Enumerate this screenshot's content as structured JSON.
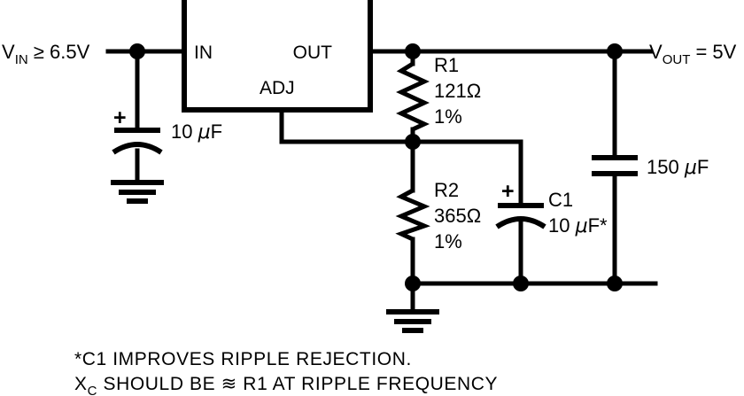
{
  "diagram": {
    "title": "Adjustable regulator 5V output application circuit",
    "ink_color": "#000000",
    "background_color": "#ffffff"
  },
  "labels": {
    "vin_main": "V",
    "vin_sub": "IN",
    "vin_rest": " ≥ 6.5V",
    "vout_main": "V",
    "vout_sub": "OUT",
    "vout_rest": " = 5V",
    "pin_in": "IN",
    "pin_out": "OUT",
    "pin_adj": "ADJ"
  },
  "components": {
    "cin": {
      "value": "10 ",
      "unit_mu": "μ",
      "unit_f": "F",
      "polarity": "+",
      "type": "polarized-capacitor"
    },
    "r1": {
      "ref": "R1",
      "value": "121Ω",
      "tolerance": "1%",
      "type": "resistor"
    },
    "r2": {
      "ref": "R2",
      "value": "365Ω",
      "tolerance": "1%",
      "type": "resistor"
    },
    "c1": {
      "ref": "C1",
      "value": "10 ",
      "unit_mu": "μ",
      "unit_f": "F*",
      "polarity": "+",
      "type": "polarized-capacitor"
    },
    "cout": {
      "value": "150 ",
      "unit_mu": "μ",
      "unit_f": "F",
      "type": "capacitor"
    }
  },
  "notes": {
    "line1": "*C1 IMPROVES RIPPLE REJECTION.",
    "line2_main": "X",
    "line2_sub": "C",
    "line2_rest": " SHOULD BE ≋ R1 AT RIPPLE FREQUENCY"
  }
}
